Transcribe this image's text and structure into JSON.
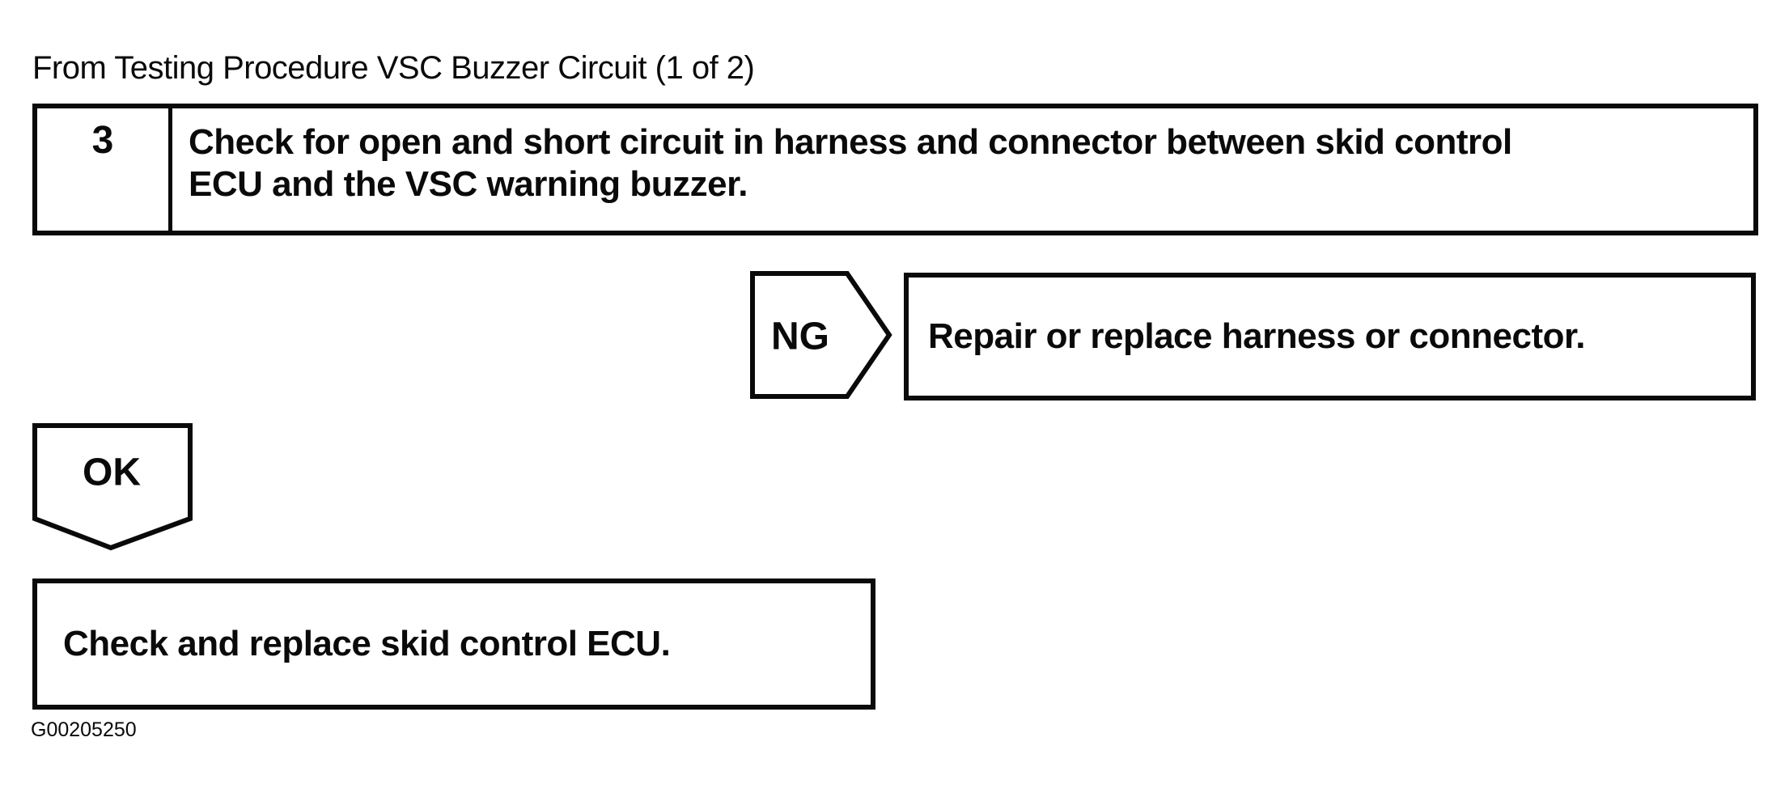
{
  "page": {
    "source_note": "From Testing Procedure VSC Buzzer Circuit (1 of 2)",
    "figure_id": "G00205250"
  },
  "flowchart": {
    "step": {
      "number": "3",
      "instruction_line1": "Check for open and short circuit in harness and connector between skid control",
      "instruction_line2": "ECU and the VSC warning buzzer."
    },
    "ng_branch": {
      "label": "NG",
      "action": "Repair or replace harness or connector."
    },
    "ok_branch": {
      "label": "OK",
      "action": "Check and replace skid control ECU."
    }
  },
  "colors": {
    "ink": "#0a0a0a",
    "paper": "#ffffff"
  }
}
